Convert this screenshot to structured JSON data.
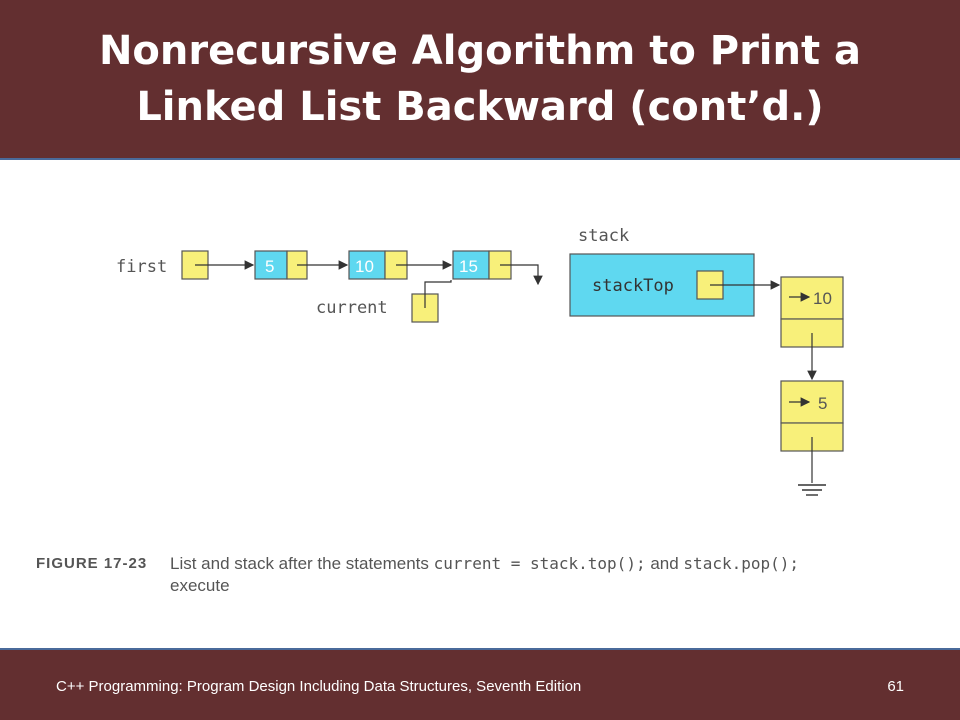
{
  "slide": {
    "title_line1": "Nonrecursive Algorithm to Print a",
    "title_line2": "Linked List Backward (cont’d.)"
  },
  "diagram": {
    "first_label": "first",
    "current_label": "current",
    "stack_label": "stack",
    "stack_top_label": "stackTop",
    "list_nodes": [
      "5",
      "10",
      "15"
    ],
    "stack_nodes": [
      "10",
      "5"
    ]
  },
  "caption": {
    "figure_label": "FIGURE 17-23",
    "text_before": "List and stack after the statements",
    "code1": "current = stack.top();",
    "text_and": "and",
    "code2": "stack.pop();",
    "text_after": "execute"
  },
  "footer": {
    "text": "C++ Programming: Program Design Including Data Structures, Seventh Edition",
    "page_number": "61"
  },
  "colors": {
    "bar": "#632f30",
    "node_cyan": "#5fd8f0",
    "node_yellow": "#f8f07a"
  }
}
